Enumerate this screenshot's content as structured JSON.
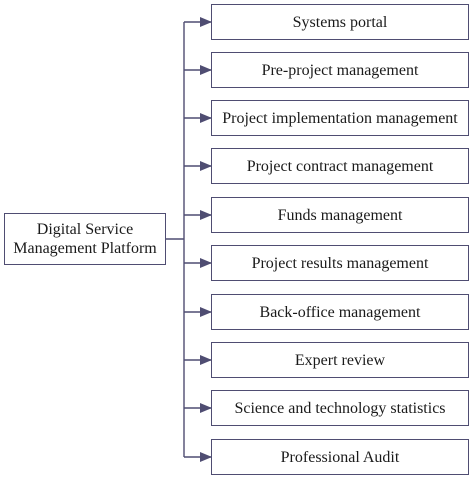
{
  "diagram": {
    "root": {
      "line1": "Digital Service",
      "line2": "Management Platform"
    },
    "modules": [
      {
        "label": "Systems portal"
      },
      {
        "label": "Pre-project management"
      },
      {
        "label": "Project implementation management"
      },
      {
        "label": "Project contract management"
      },
      {
        "label": "Funds management"
      },
      {
        "label": "Project results management"
      },
      {
        "label": "Back-office management"
      },
      {
        "label": "Expert review"
      },
      {
        "label": "Science and technology statistics"
      },
      {
        "label": "Professional Audit"
      }
    ],
    "line_color": "#4f4d72"
  }
}
